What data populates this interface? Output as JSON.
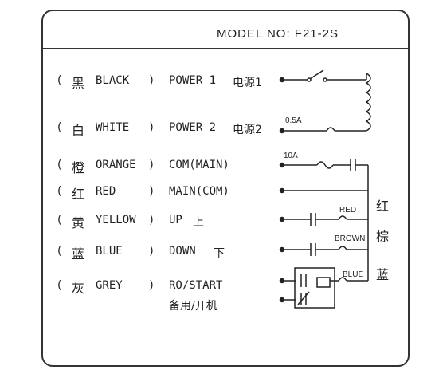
{
  "header": {
    "model_label": "MODEL NO: F21-2S"
  },
  "rows": [
    {
      "open": "(",
      "zh": "黑",
      "en": "BLACK",
      "close": ")",
      "func": "POWER 1",
      "func_zh": "电源1"
    },
    {
      "open": "(",
      "zh": "白",
      "en": "WHITE",
      "close": ")",
      "func": "POWER 2",
      "func_zh": "电源2"
    },
    {
      "open": "(",
      "zh": "橙",
      "en": "ORANGE",
      "close": ")",
      "func": "COM(MAIN)",
      "func_zh": ""
    },
    {
      "open": "(",
      "zh": "红",
      "en": "RED",
      "close": ")",
      "func": "MAIN(COM)",
      "func_zh": ""
    },
    {
      "open": "(",
      "zh": "黄",
      "en": "YELLOW",
      "close": ")",
      "func": "UP",
      "func_zh": "上"
    },
    {
      "open": "(",
      "zh": "蓝",
      "en": "BLUE",
      "close": ")",
      "func": "DOWN",
      "func_zh": "下"
    },
    {
      "open": "(",
      "zh": "灰",
      "en": "GREY",
      "close": ")",
      "func": "RO/START",
      "func_zh": "备用/开机"
    }
  ],
  "circuit": {
    "fuse1_rating": "0.5A",
    "fuse2_rating": "10A",
    "relay_up_label": "RED",
    "relay_down_label": "BROWN",
    "relay_start_label": "BLUE",
    "bus_labels": [
      "红",
      "棕",
      "蓝"
    ]
  }
}
